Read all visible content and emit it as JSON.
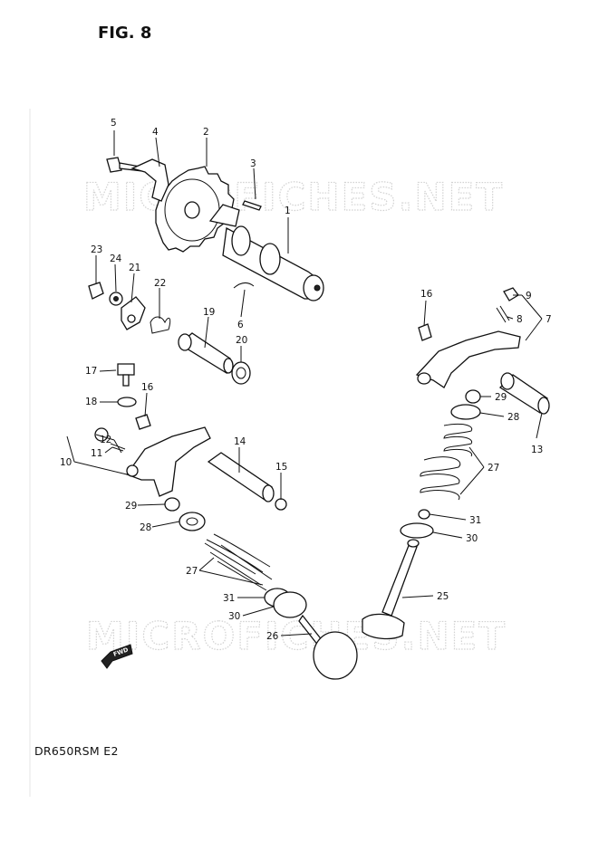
{
  "figure": {
    "title": "FIG. 8",
    "model": "DR650RSM E2"
  },
  "watermark": {
    "text": "MICROFICHES.NET"
  },
  "fwd_marker": {
    "text": "FWD",
    "icon": "forward-arrow-icon"
  },
  "callouts": {
    "c1": "1",
    "c2": "2",
    "c3": "3",
    "c4": "4",
    "c5": "5",
    "c6": "6",
    "c7": "7",
    "c8": "8",
    "c9": "9",
    "c10": "10",
    "c11": "11",
    "c12": "12",
    "c13": "13",
    "c14": "14",
    "c15": "15",
    "c16a": "16",
    "c16b": "16",
    "c17": "17",
    "c18": "18",
    "c19": "19",
    "c20": "20",
    "c21": "21",
    "c22": "22",
    "c23": "23",
    "c24": "24",
    "c25": "25",
    "c26": "26",
    "c27a": "27",
    "c27b": "27",
    "c28a": "28",
    "c28b": "28",
    "c29a": "29",
    "c29b": "29",
    "c30a": "30",
    "c30b": "30",
    "c31a": "31",
    "c31b": "31"
  }
}
